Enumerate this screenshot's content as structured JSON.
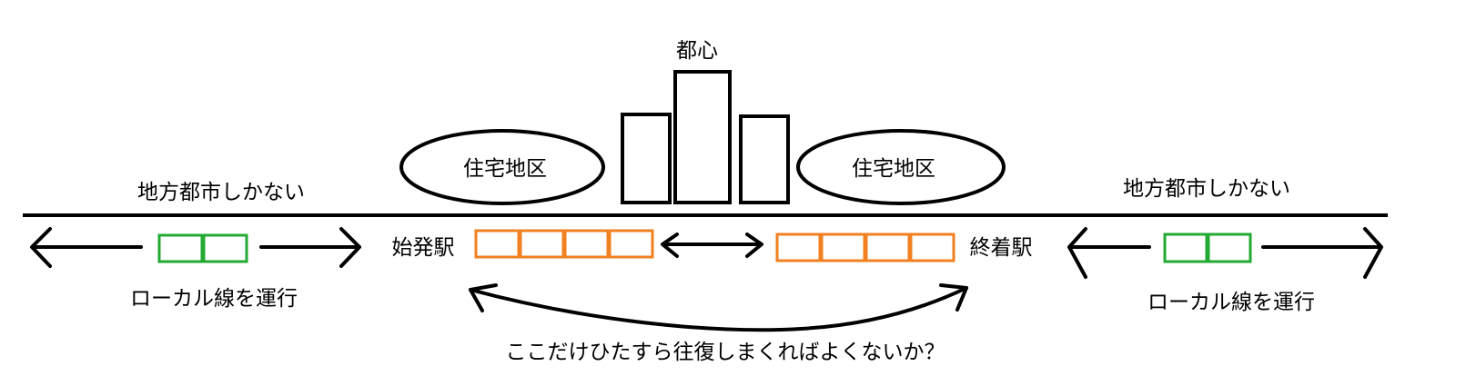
{
  "labels": {
    "city_center": "都心",
    "residential_left": "住宅地区",
    "residential_right": "住宅地区",
    "regional_left": "地方都市しかない",
    "regional_right": "地方都市しかない",
    "origin_station": "始発駅",
    "terminal_station": "終着駅",
    "local_left": "ローカル線を運行",
    "local_right": "ローカル線を運行",
    "question": "ここだけひたすら往復しまくればよくないか？"
  },
  "colors": {
    "line": "#000000",
    "local_train": "#22aa33",
    "main_train": "#f08020",
    "background": "#ffffff"
  },
  "trains": {
    "local_left_cars": 2,
    "local_right_cars": 2,
    "main_left_cars": 4,
    "main_right_cars": 4
  }
}
